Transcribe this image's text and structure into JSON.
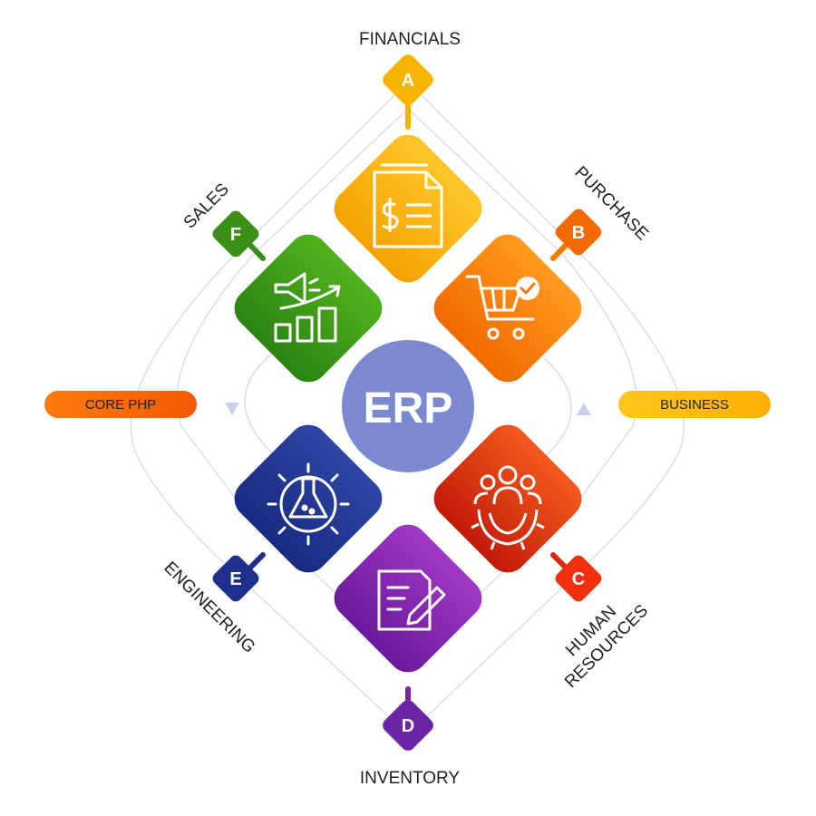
{
  "center": {
    "label": "ERP",
    "color": "#7b8ad0"
  },
  "modules": [
    {
      "key": "A",
      "label": "FINANCIALS",
      "icon": "invoice-dollar-icon",
      "color_top": "#ffc72c",
      "color_bottom": "#f2a200"
    },
    {
      "key": "B",
      "label": "PURCHASE",
      "icon": "shopping-cart-check-icon",
      "color_top": "#ff9a1f",
      "color_bottom": "#f16a00"
    },
    {
      "key": "C",
      "label_lines": [
        "HUMAN",
        "RESOURCES"
      ],
      "icon": "team-gear-icon",
      "color_top": "#f45a1c",
      "color_bottom": "#c21a0a"
    },
    {
      "key": "D",
      "label": "INVENTORY",
      "icon": "document-pen-icon",
      "color_top": "#a238c4",
      "color_bottom": "#6a1a9c"
    },
    {
      "key": "E",
      "label": "ENGINEERING",
      "icon": "flask-gear-icon",
      "color_top": "#2f46a6",
      "color_bottom": "#182a80"
    },
    {
      "key": "F",
      "label": "SALES",
      "icon": "megaphone-growth-chart-icon",
      "color_top": "#52b21e",
      "color_bottom": "#2a8312"
    }
  ],
  "side_tags": {
    "left": {
      "label": "CORE PHP",
      "color_from": "#ff7a10",
      "color_to": "#f25a00"
    },
    "right": {
      "label": "BUSINESS",
      "color_from": "#ffc61e",
      "color_to": "#ffb000"
    }
  },
  "colors": {
    "guide_lines": "#dcdcec",
    "arrows": "#c9cfe8"
  }
}
